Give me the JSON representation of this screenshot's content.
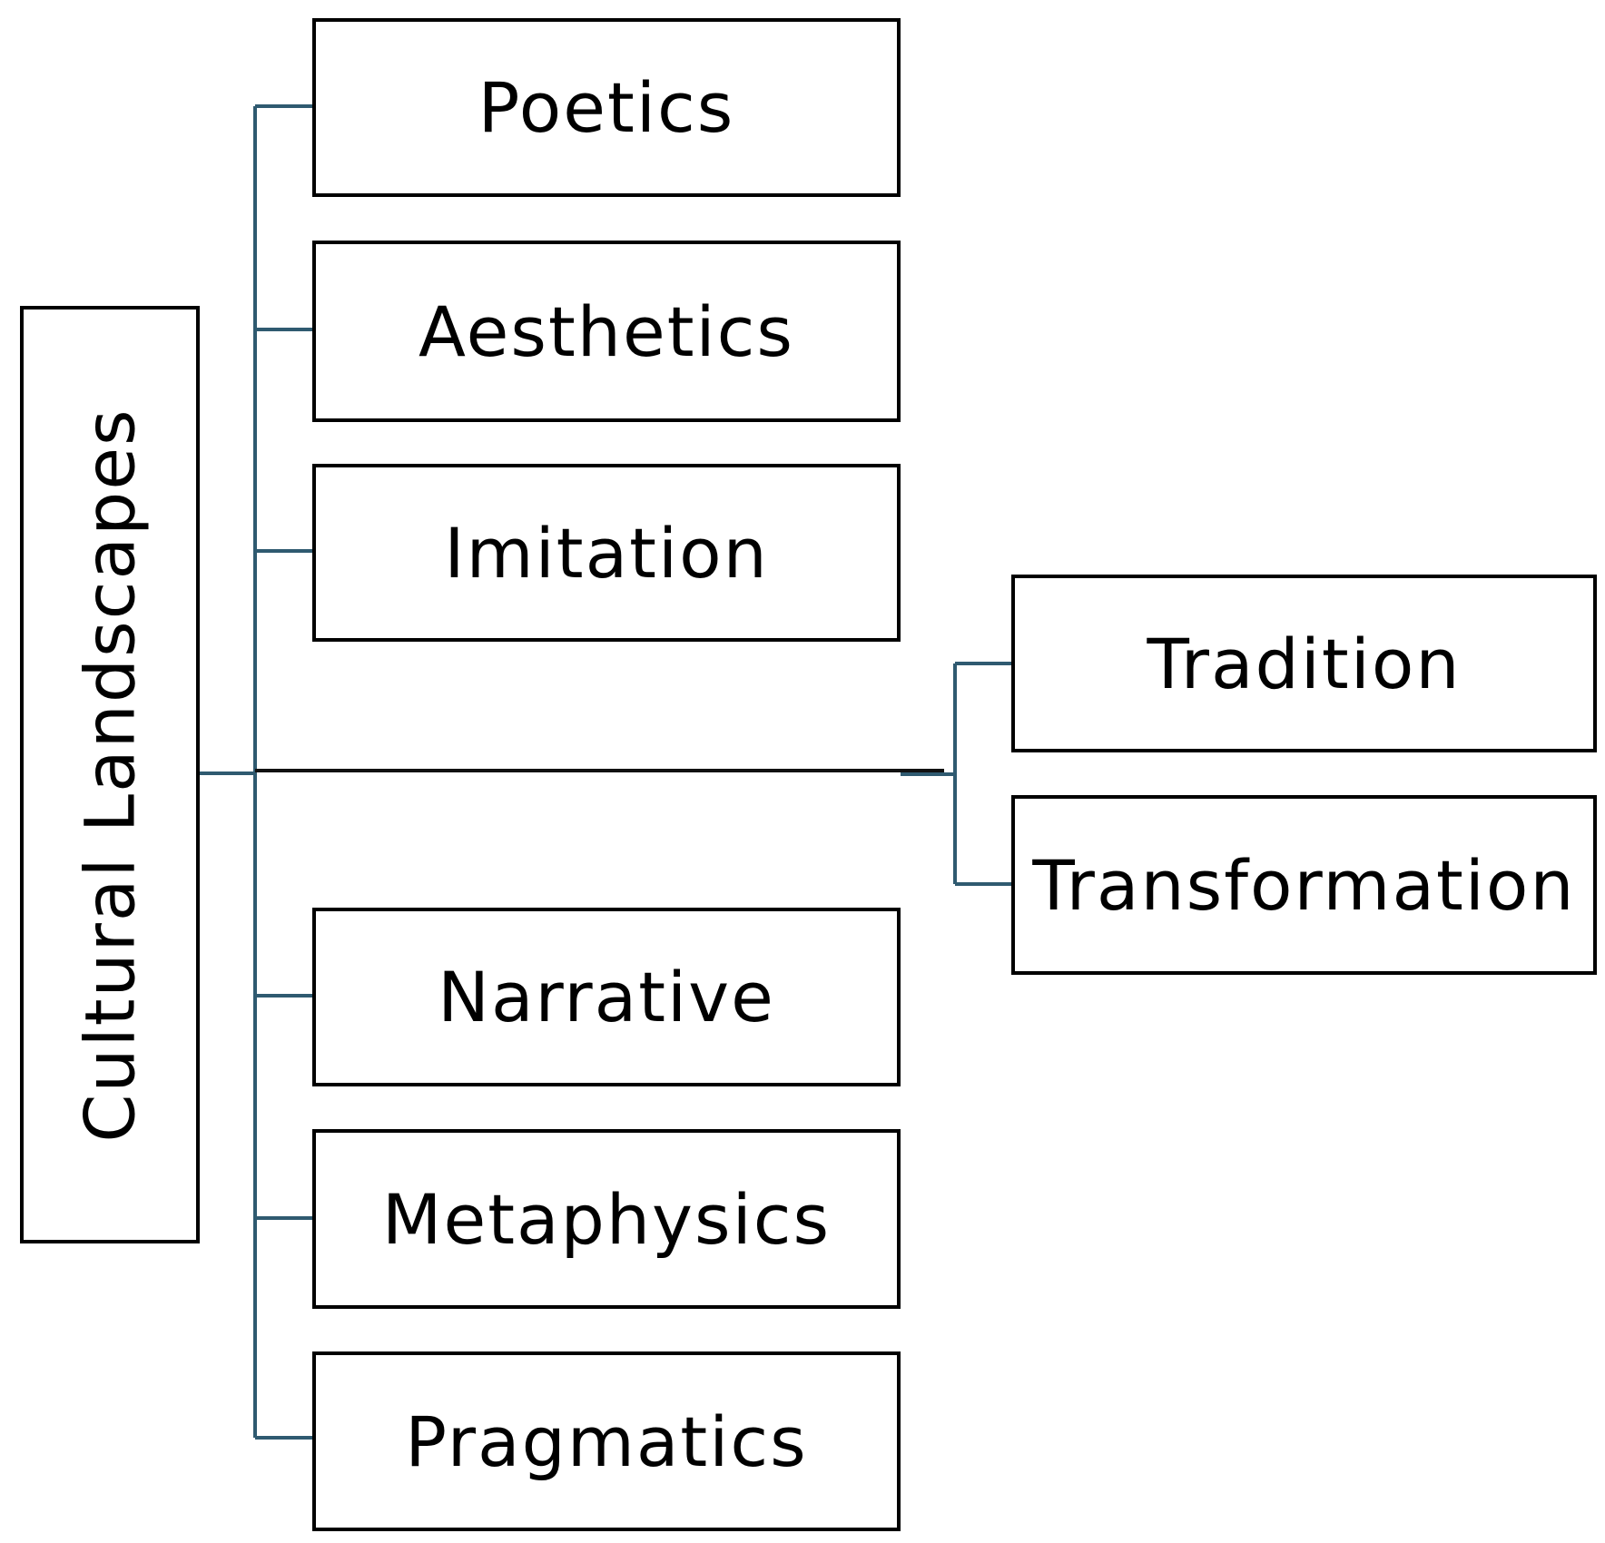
{
  "diagram": {
    "root": {
      "label": "Cultural Landscapes"
    },
    "branches": [
      {
        "label": "Poetics"
      },
      {
        "label": "Aesthetics"
      },
      {
        "label": "Imitation"
      },
      {
        "label": "Narrative"
      },
      {
        "label": "Metaphysics"
      },
      {
        "label": "Pragmatics"
      }
    ],
    "sub_branches": [
      {
        "label": "Tradition"
      },
      {
        "label": "Transformation"
      }
    ],
    "colors": {
      "connector": "#2f5a70",
      "box_border": "#000000",
      "background": "#ffffff"
    }
  }
}
